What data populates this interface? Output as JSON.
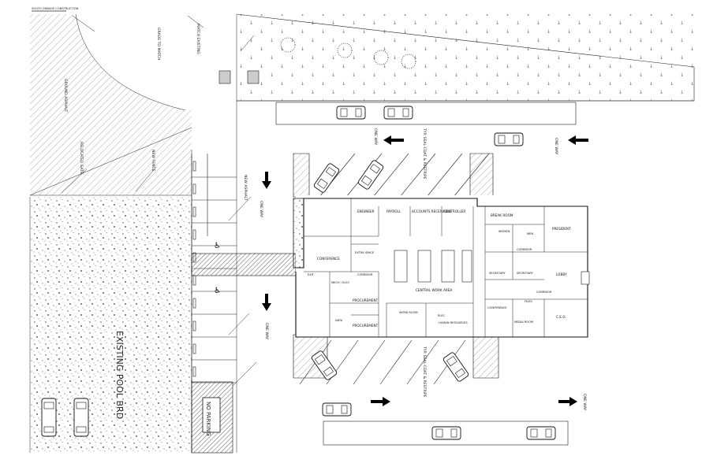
{
  "title_block": "SOUTH ORANGE CONSTRUCTION",
  "site": {
    "existing_pool": "EXISTING POOL BRD",
    "no_parking": "NO PARKING",
    "ground_asphalt": "GROUND ASPHALT",
    "relocated_gate": "RELOCATED GATE",
    "new_fence": "NEW FENCE",
    "new_asphalt": "NEW ASPHALT",
    "one_way_labels": [
      "ONE WAY",
      "ONE WAY",
      "ONE WAY",
      "ONE WAY",
      "ONE WAY"
    ],
    "seal_coat_1": "TYP. SEAL-COAT & RESTRIPE",
    "seal_coat_2": "TYP. SEAL-COAT & RESTRIPE",
    "grade_note": "GRADE TO MATCH",
    "match_existing": "MATCH EXISTING"
  },
  "rooms": {
    "engineer": "ENGINEER",
    "payroll": "PAYROLL",
    "accounts": "ACCOUNTS RECEIVABLE",
    "controller": "CONTROLLER",
    "break_room": "BREAK ROOM",
    "president": "PRESIDENT",
    "conference": "CONFERENCE",
    "corridor": "CORRIDOR",
    "central": "CENTRAL WORK AREA",
    "procurement_1": "PROCUREMENT",
    "procurement_2": "PROCUREMENT",
    "work_room": "WORK ROOM",
    "human_resources": "HUMAN RESOURCES",
    "secretary_1": "SECRETARY",
    "secretary_2": "SECRETARY",
    "lobby": "LOBBY",
    "conference_2": "CONFERENCE",
    "media_room": "MEDIA ROOM",
    "ceo": "C.E.O.",
    "files": "FILES",
    "exit": "EXIT",
    "extra": "EXTRA SPACE",
    "data": "DATA",
    "mech": "MECH / ELEC",
    "elec": "ELEC",
    "corridor_2": "CORRIDOR",
    "corridor_3": "CORRIDOR",
    "women": "WOMEN",
    "men": "MEN"
  }
}
